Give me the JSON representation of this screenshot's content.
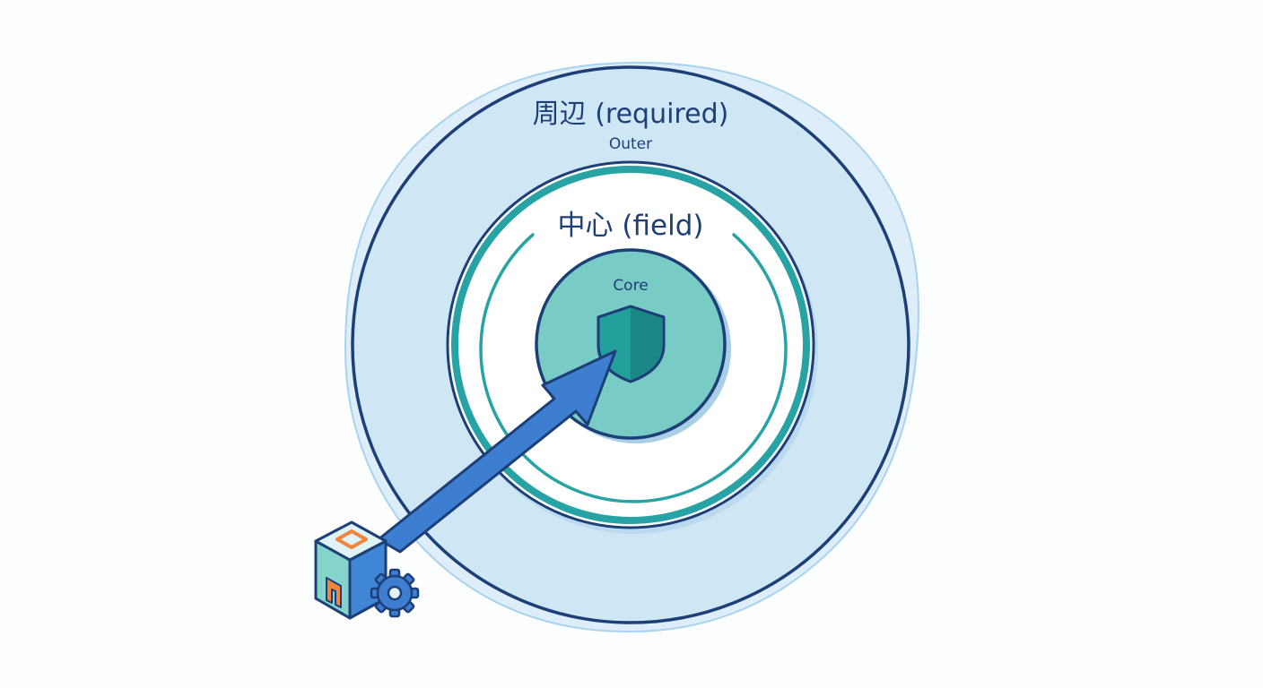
{
  "outer_ring": {
    "title": "周辺 (required)",
    "subtitle": "Outer"
  },
  "middle_ring": {
    "title": "中心 (field)"
  },
  "core": {
    "title": "Core",
    "icon": "shield-icon"
  },
  "source": {
    "icons": [
      "cube-icon",
      "gear-icon"
    ]
  },
  "colors": {
    "outer_fill": "#cfe6f4",
    "outer_stroke": "#1d3f78",
    "teal_stroke": "#27a3a6",
    "core_fill": "#79cbc5",
    "arrow_fill": "#3d7ed0",
    "shield_fill": "#23a09c",
    "accent_orange": "#f2843b"
  }
}
